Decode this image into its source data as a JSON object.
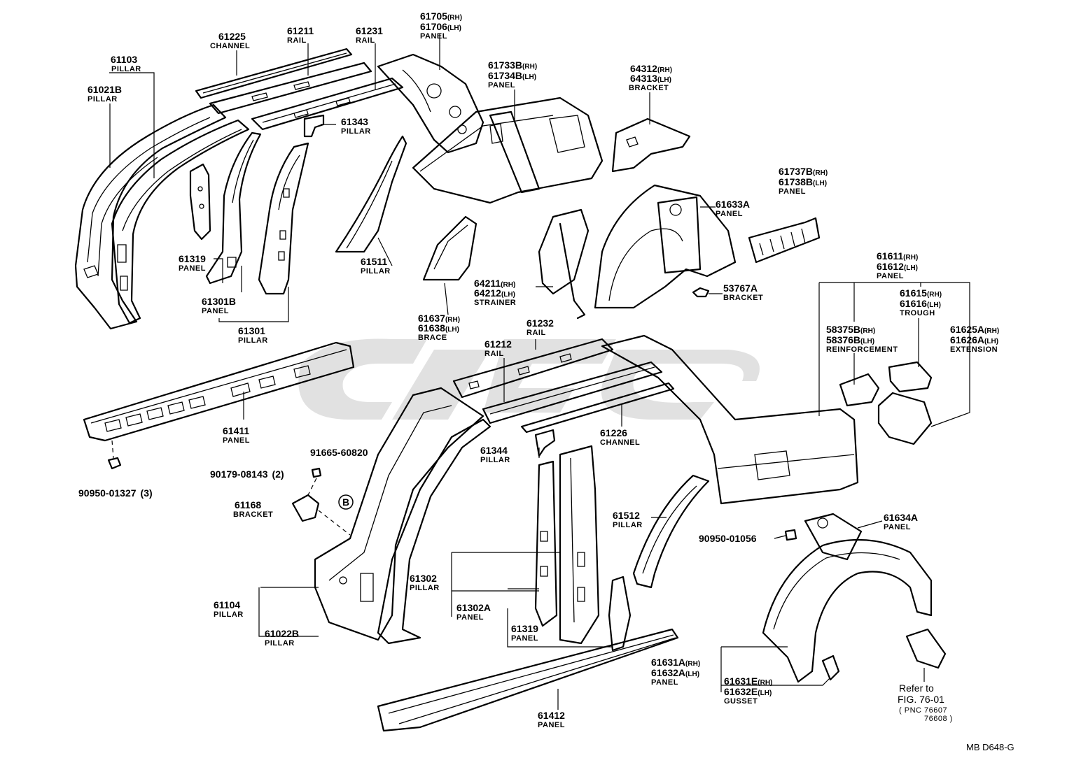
{
  "labels": {
    "p61103": {
      "num": "61103",
      "cap": "PILLAR"
    },
    "p61021b": {
      "num": "61021B",
      "cap": "PILLAR"
    },
    "p61225": {
      "num": "61225",
      "cap": "CHANNEL"
    },
    "p61211": {
      "num": "61211",
      "cap": "RAIL"
    },
    "p61231": {
      "num": "61231",
      "cap": "RAIL"
    },
    "p61705": {
      "num": "61705",
      "num_side": "(RH)",
      "num2": "61706",
      "num2_side": "(LH)",
      "cap": "PANEL"
    },
    "p61733b": {
      "num": "61733B",
      "num_side": "(RH)",
      "num2": "61734B",
      "num2_side": "(LH)",
      "cap": "PANEL"
    },
    "p64312": {
      "num": "64312",
      "num_side": "(RH)",
      "num2": "64313",
      "num2_side": "(LH)",
      "cap": "BRACKET"
    },
    "p61343": {
      "num": "61343",
      "cap": "PILLAR"
    },
    "p61319a": {
      "num": "61319",
      "cap": "PANEL"
    },
    "p61301b": {
      "num": "61301B",
      "cap": "PANEL"
    },
    "p61301": {
      "num": "61301",
      "cap": "PILLAR"
    },
    "p61511": {
      "num": "61511",
      "cap": "PILLAR"
    },
    "p61737b": {
      "num": "61737B",
      "num_side": "(RH)",
      "num2": "61738B",
      "num2_side": "(LH)",
      "cap": "PANEL"
    },
    "p61633a": {
      "num": "61633A",
      "cap": "PANEL"
    },
    "p64211": {
      "num": "64211",
      "num_side": "(RH)",
      "num2": "64212",
      "num2_side": "(LH)",
      "cap": "STRAINER"
    },
    "p61637": {
      "num": "61637",
      "num_side": "(RH)",
      "num2": "61638",
      "num2_side": "(LH)",
      "cap": "BRACE"
    },
    "p53767a": {
      "num": "53767A",
      "cap": "BRACKET"
    },
    "p61611": {
      "num": "61611",
      "num_side": "(RH)",
      "num2": "61612",
      "num2_side": "(LH)",
      "cap": "PANEL"
    },
    "p61615": {
      "num": "61615",
      "num_side": "(RH)",
      "num2": "61616",
      "num2_side": "(LH)",
      "cap": "TROUGH"
    },
    "p58375b": {
      "num": "58375B",
      "num_side": "(RH)",
      "num2": "58376B",
      "num2_side": "(LH)",
      "cap": "REINFORCEMENT"
    },
    "p61625a": {
      "num": "61625A",
      "num_side": "(RH)",
      "num2": "61626A",
      "num2_side": "(LH)",
      "cap": "EXTENSION"
    },
    "p61232": {
      "num": "61232",
      "cap": "RAIL"
    },
    "p61212": {
      "num": "61212",
      "cap": "RAIL"
    },
    "p61411": {
      "num": "61411",
      "cap": "PANEL"
    },
    "p90950_01327": {
      "num": "90950-01327",
      "qty": "(3)"
    },
    "p90179": {
      "num": "90179-08143",
      "qty": "(2)"
    },
    "p91665": {
      "num": "91665-60820"
    },
    "p61168": {
      "num": "61168",
      "cap": "BRACKET"
    },
    "p61344": {
      "num": "61344",
      "cap": "PILLAR"
    },
    "p61226": {
      "num": "61226",
      "cap": "CHANNEL"
    },
    "p61512": {
      "num": "61512",
      "cap": "PILLAR"
    },
    "p90950_01056": {
      "num": "90950-01056"
    },
    "p61634a": {
      "num": "61634A",
      "cap": "PANEL"
    },
    "p61104": {
      "num": "61104",
      "cap": "PILLAR"
    },
    "p61022b": {
      "num": "61022B",
      "cap": "PILLAR"
    },
    "p61302": {
      "num": "61302",
      "cap": "PILLAR"
    },
    "p61302a": {
      "num": "61302A",
      "cap": "PANEL"
    },
    "p61319b": {
      "num": "61319",
      "cap": "PANEL"
    },
    "p61631a": {
      "num": "61631A",
      "num_side": "(RH)",
      "num2": "61632A",
      "num2_side": "(LH)",
      "cap": "PANEL"
    },
    "p61631e": {
      "num": "61631E",
      "num_side": "(RH)",
      "num2": "61632E",
      "num2_side": "(LH)",
      "cap": "GUSSET"
    },
    "p61412": {
      "num": "61412",
      "cap": "PANEL"
    },
    "refer": {
      "line1": "Refer to",
      "line2": "FIG. 76-01",
      "pnc": "PNC 76607",
      "pnc2": "76608"
    }
  },
  "marker_b": "B",
  "drawing_code": "MB D648-G"
}
